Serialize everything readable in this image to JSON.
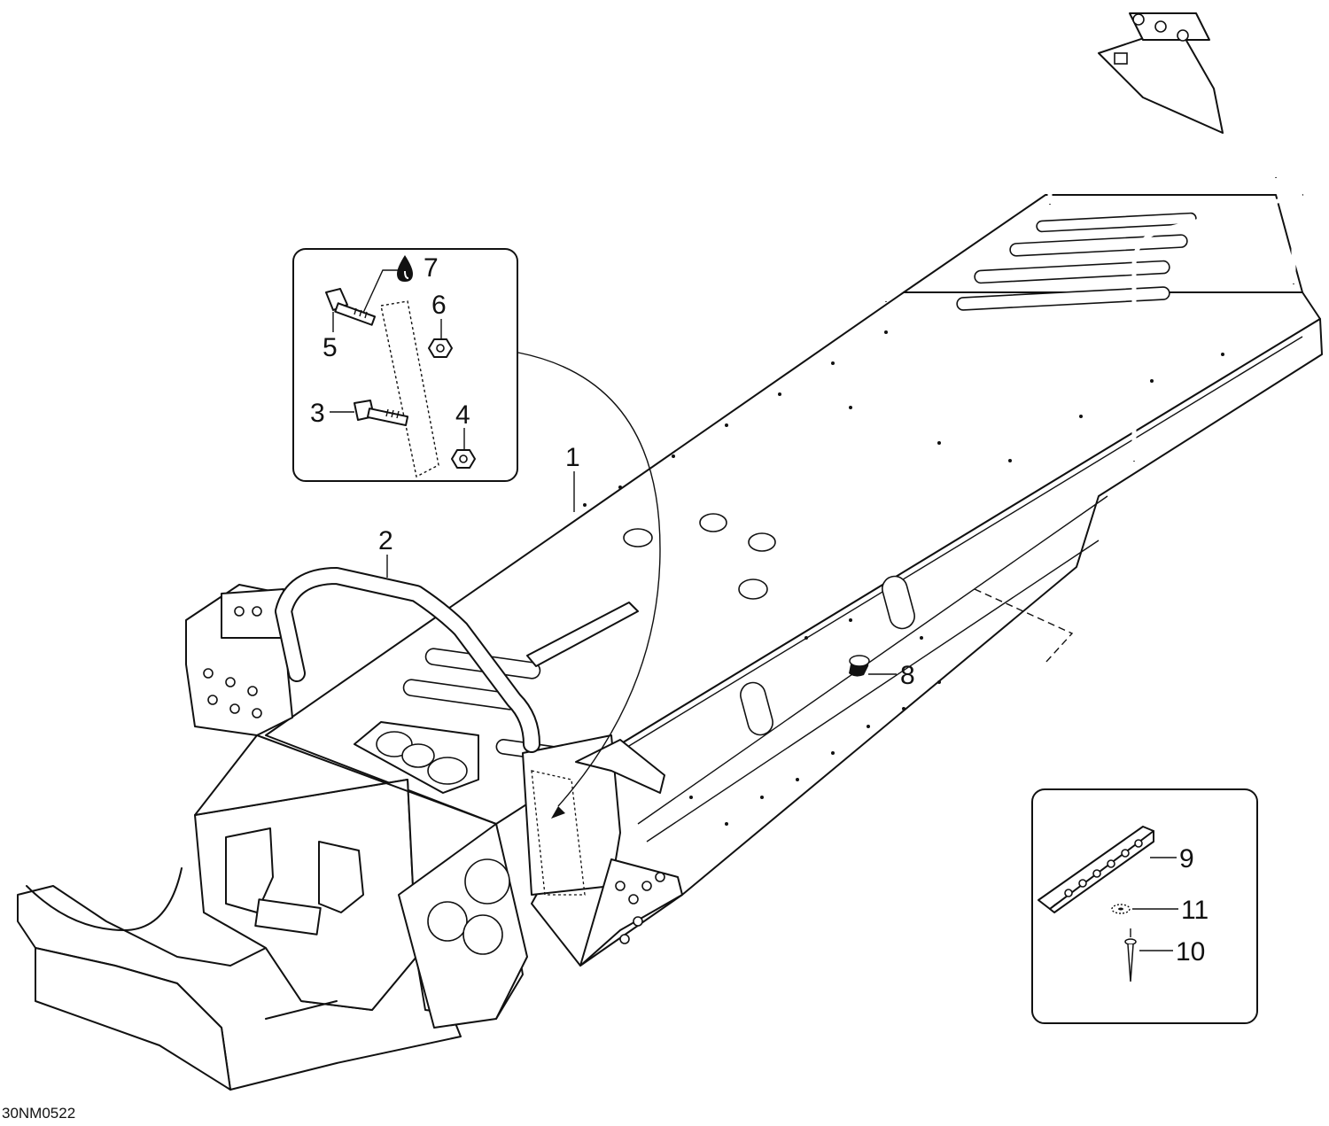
{
  "callouts": {
    "c1": "1",
    "c2": "2",
    "c3": "3",
    "c4": "4",
    "c5": "5",
    "c6": "6",
    "c7": "7",
    "c8": "8",
    "c9": "9",
    "c10": "10",
    "c11": "11"
  },
  "drawing_code": "30NM0522",
  "icons": {
    "adhesive": "drop-icon"
  }
}
